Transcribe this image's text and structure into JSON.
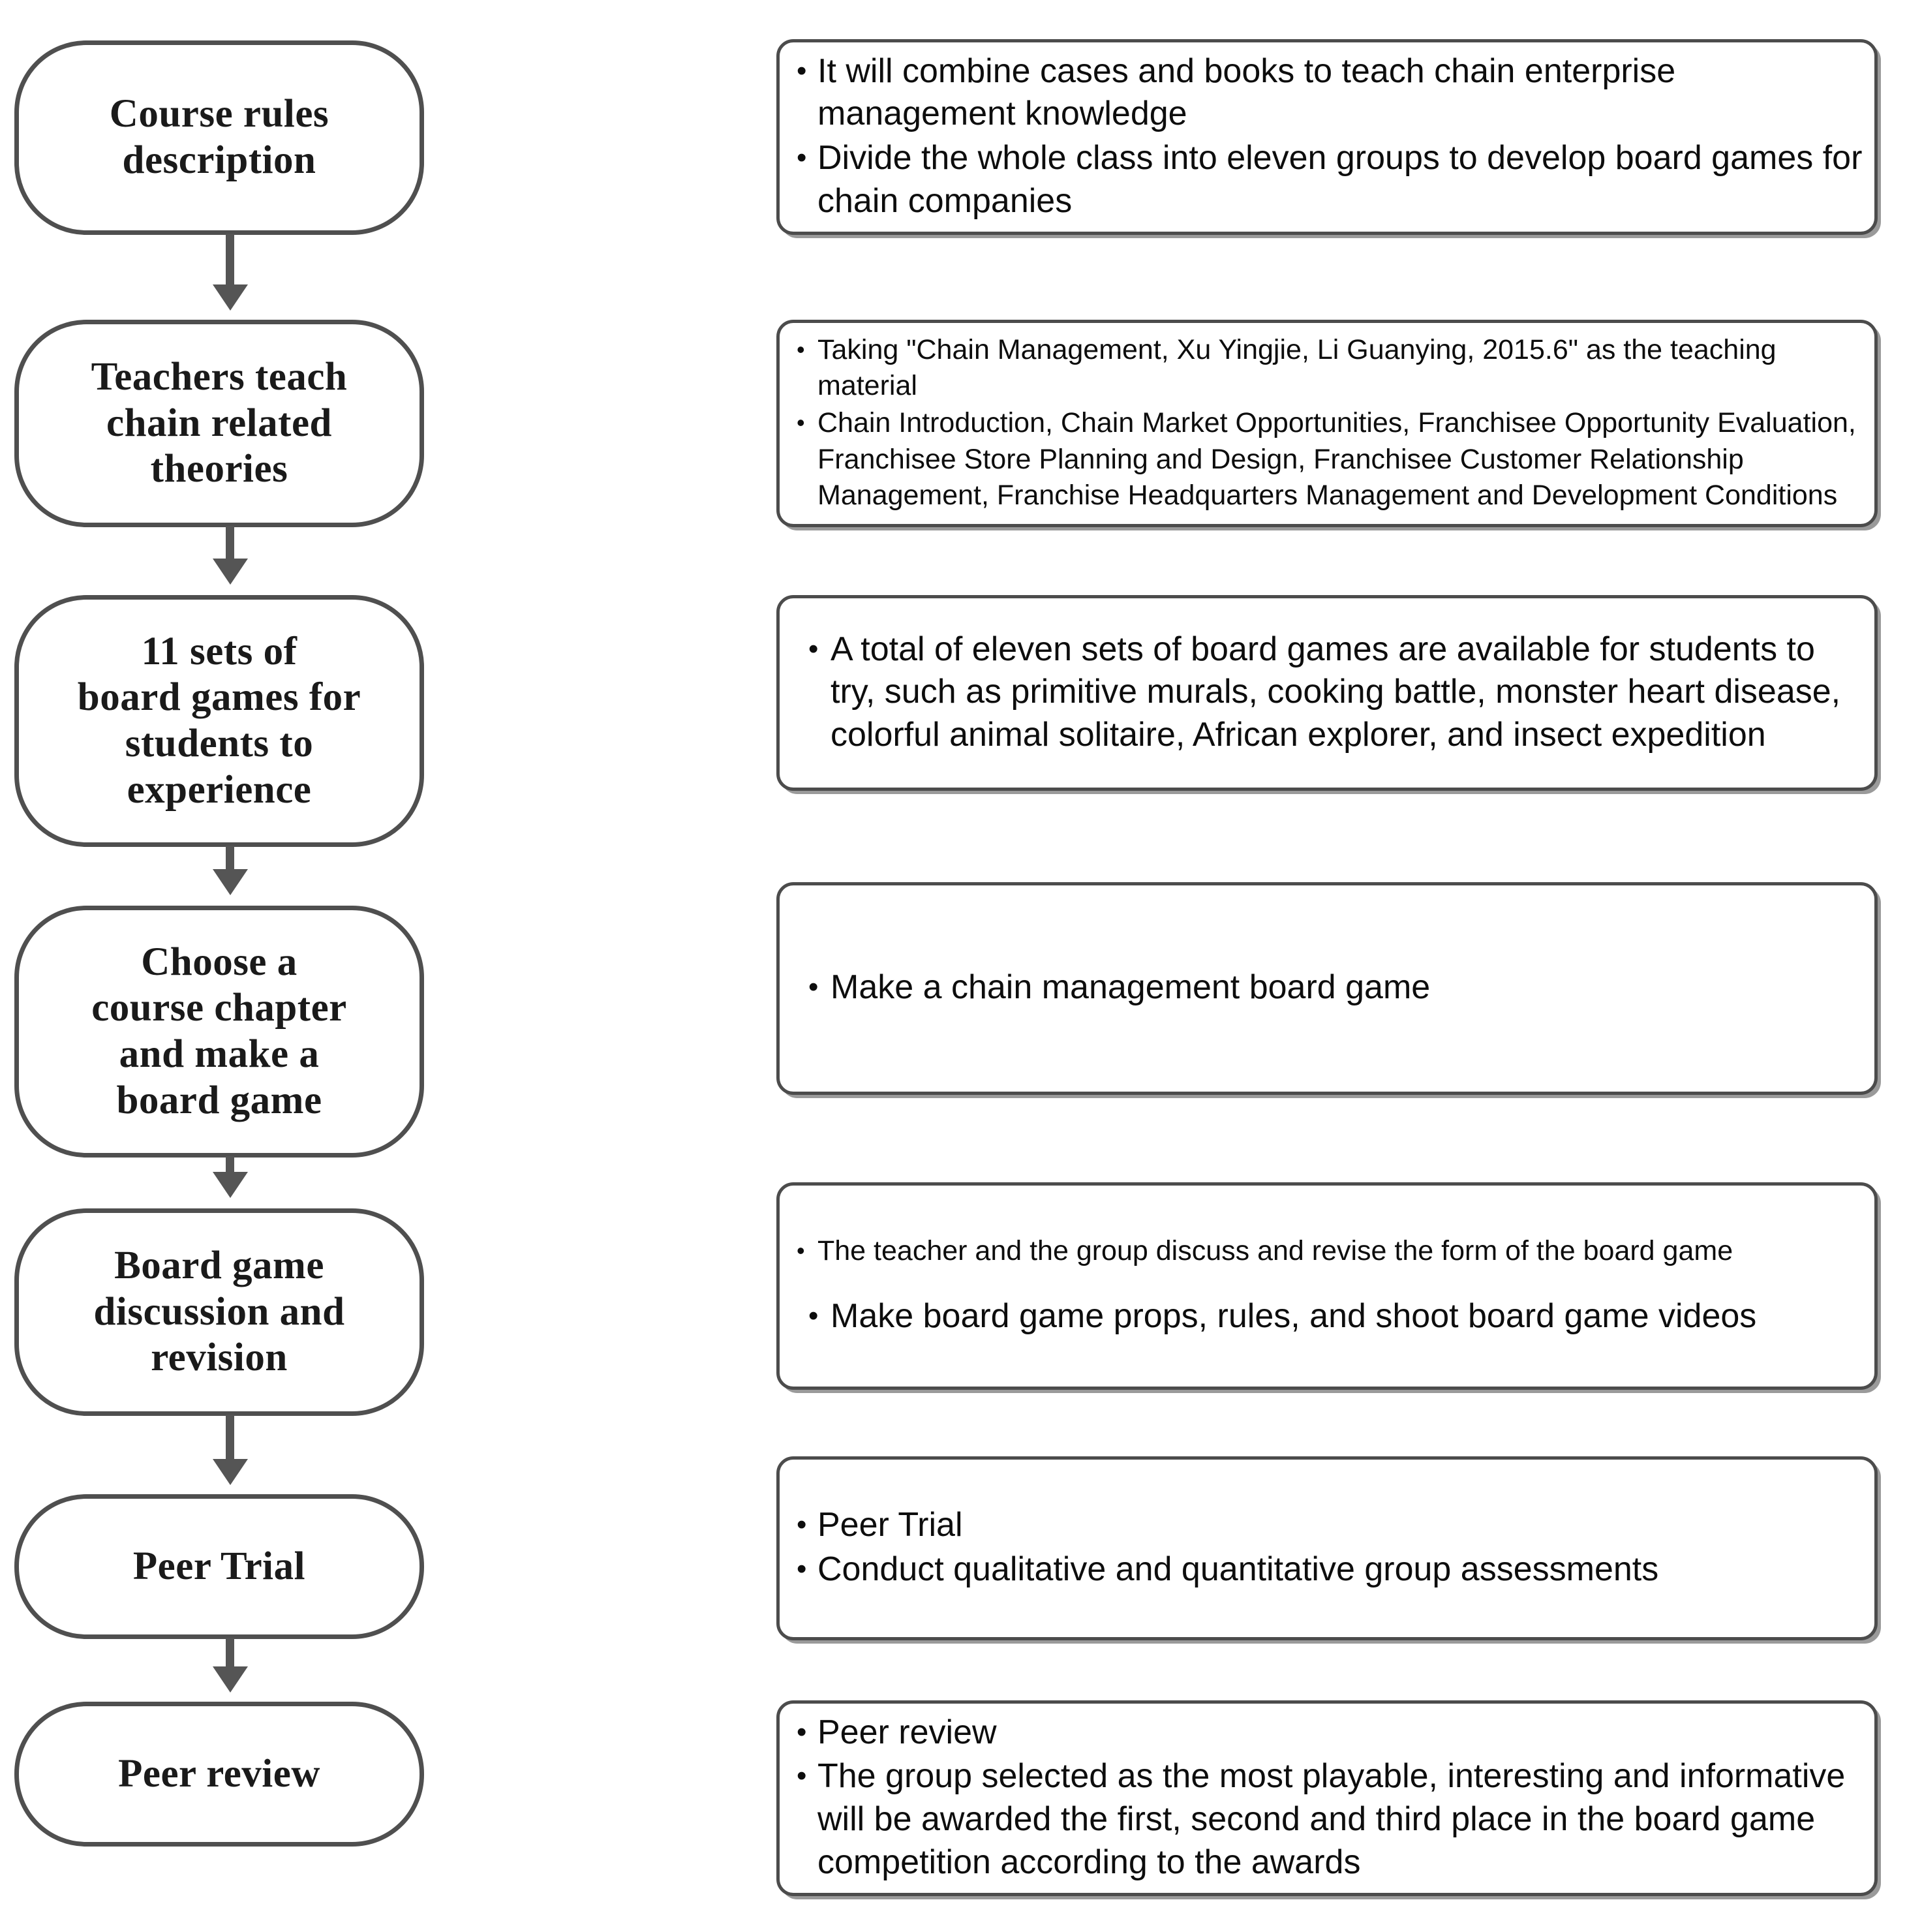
{
  "diagram": {
    "title": "Course teaching flow for chain enterprise management board game project",
    "type": "flowchart",
    "accent_color": "#4f4f4f",
    "text_color": "#0d0d0d",
    "background": "#ffffff"
  },
  "steps": [
    {
      "id": "course-rules-description",
      "label": "Course rules\ndescription"
    },
    {
      "id": "teachers-teach-theories",
      "label": "Teachers teach\nchain related\ntheories"
    },
    {
      "id": "board-games-experience",
      "label": "11 sets of\nboard games for\nstudents to\nexperience"
    },
    {
      "id": "choose-chapter-make-game",
      "label": "Choose a\ncourse chapter\nand make a\nboard game"
    },
    {
      "id": "board-game-discussion",
      "label": "Board game\ndiscussion and\nrevision"
    },
    {
      "id": "peer-trial",
      "label": "Peer Trial"
    },
    {
      "id": "peer-review",
      "label": "Peer review"
    }
  ],
  "details": [
    {
      "for": "course-rules-description",
      "bullets": [
        "It will combine cases and books to teach chain enterprise management knowledge",
        "Divide the whole class into eleven groups to develop board games for chain companies"
      ]
    },
    {
      "for": "teachers-teach-theories",
      "bullets": [
        "Taking \"Chain Management, Xu Yingjie, Li Guanying, 2015.6\" as the teaching material",
        "Chain Introduction, Chain Market Opportunities, Franchisee Opportunity Evaluation, Franchisee Store Planning and Design, Franchisee Customer Relationship Management, Franchise Headquarters Management and Development Conditions"
      ]
    },
    {
      "for": "board-games-experience",
      "bullets": [
        "A total of eleven sets of board games are available for students to try, such as primitive murals, cooking battle, monster heart disease, colorful animal solitaire, African explorer, and insect expedition"
      ]
    },
    {
      "for": "choose-chapter-make-game",
      "bullets": [
        "Make a chain management board game"
      ]
    },
    {
      "for": "board-game-discussion",
      "bullets": [
        "The teacher and the group discuss and revise the form of the board game",
        "Make board game props, rules, and shoot board game videos"
      ]
    },
    {
      "for": "peer-trial",
      "bullets": [
        "Peer Trial",
        "Conduct qualitative and quantitative group assessments"
      ]
    },
    {
      "for": "peer-review",
      "bullets": [
        "Peer review",
        "The group selected as the most playable, interesting and informative will be awarded the first, second and third place in the board game competition according to the awards"
      ]
    }
  ]
}
